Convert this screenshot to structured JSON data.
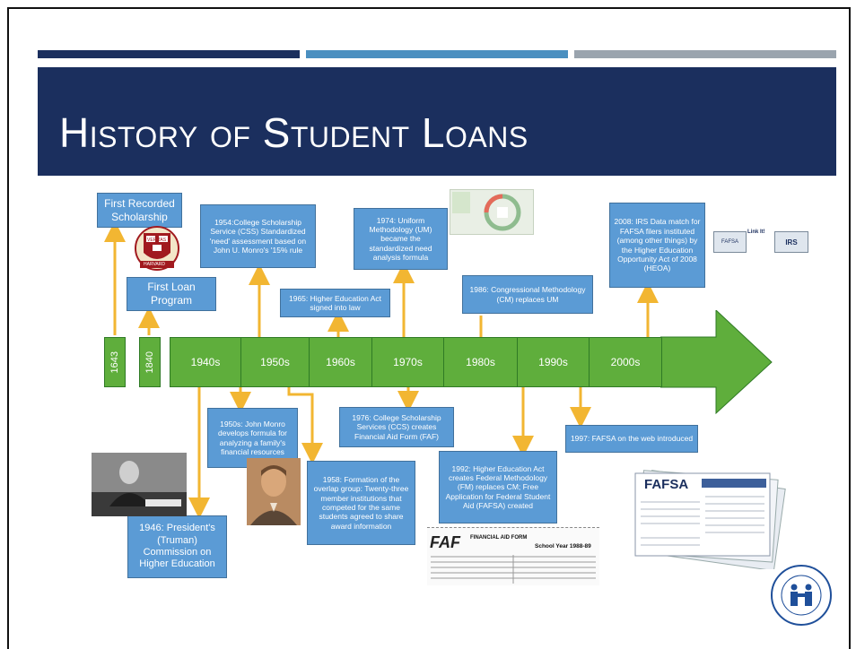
{
  "slide": {
    "title": "History of Student Loans",
    "colors": {
      "title_band": "#1b2f5e",
      "stripe_1": "#1b2f5e",
      "stripe_2": "#4a8fc0",
      "stripe_3": "#9aa4ae",
      "boxes": "#5b9bd5",
      "timeline": "#5fae3c",
      "connectors": "#f2b632"
    }
  },
  "timeline": {
    "segments": [
      "1643",
      "1840",
      "1940s",
      "1950s",
      "1960s",
      "1970s",
      "1980s",
      "1990s",
      "2000s"
    ]
  },
  "events": {
    "first_scholarship": "First Recorded Scholarship",
    "first_loan": "First Loan Program",
    "css_1954": "1954:College Scholarship Service (CSS) Standardized 'need' assessment based on John U. Monro's '15% rule",
    "hea_1965": "1965: Higher Education Act signed into law",
    "um_1974": "1974: Uniform Methodology (UM) became the standardized need analysis formula",
    "cm_1986": "1986: Congressional Methodology (CM) replaces UM",
    "irs_2008": "2008: IRS Data match for FAFSA filers instituted (among other things) by the Higher Education Opportunity Act of 2008 (HEOA)",
    "monro_1950s": "1950s: John Monro develops formula for analyzing a family's financial resources",
    "truman_1946": "1946: President's (Truman) Commission on Higher Education",
    "overlap_1958": "1958: Formation of the overlap group: Twenty-three member institutions that competed for the same students agreed to share award information",
    "faf_1976": "1976: College Scholarship Services (CCS) creates Financial Aid Form (FAF)",
    "fm_1992": "1992: Higher Education Act creates Federal Methodology (FM) replaces CM; Free Application for Federal Student Aid (FAFSA) created",
    "fafsa_web_1997": "1997: FAFSA on the web introduced"
  },
  "images": {
    "harvard_seal_text": "VERITAS",
    "harvard_banner": "HARVARD",
    "faf_form_logo": "FAF",
    "faf_form_title": "FINANCIAL AID FORM",
    "faf_form_year": "School Year 1988-89",
    "fafsa_logo": "FAFSA",
    "irs_fafsa": "FAFSA",
    "irs_link": "Link It!",
    "irs_logo": "IRS"
  }
}
